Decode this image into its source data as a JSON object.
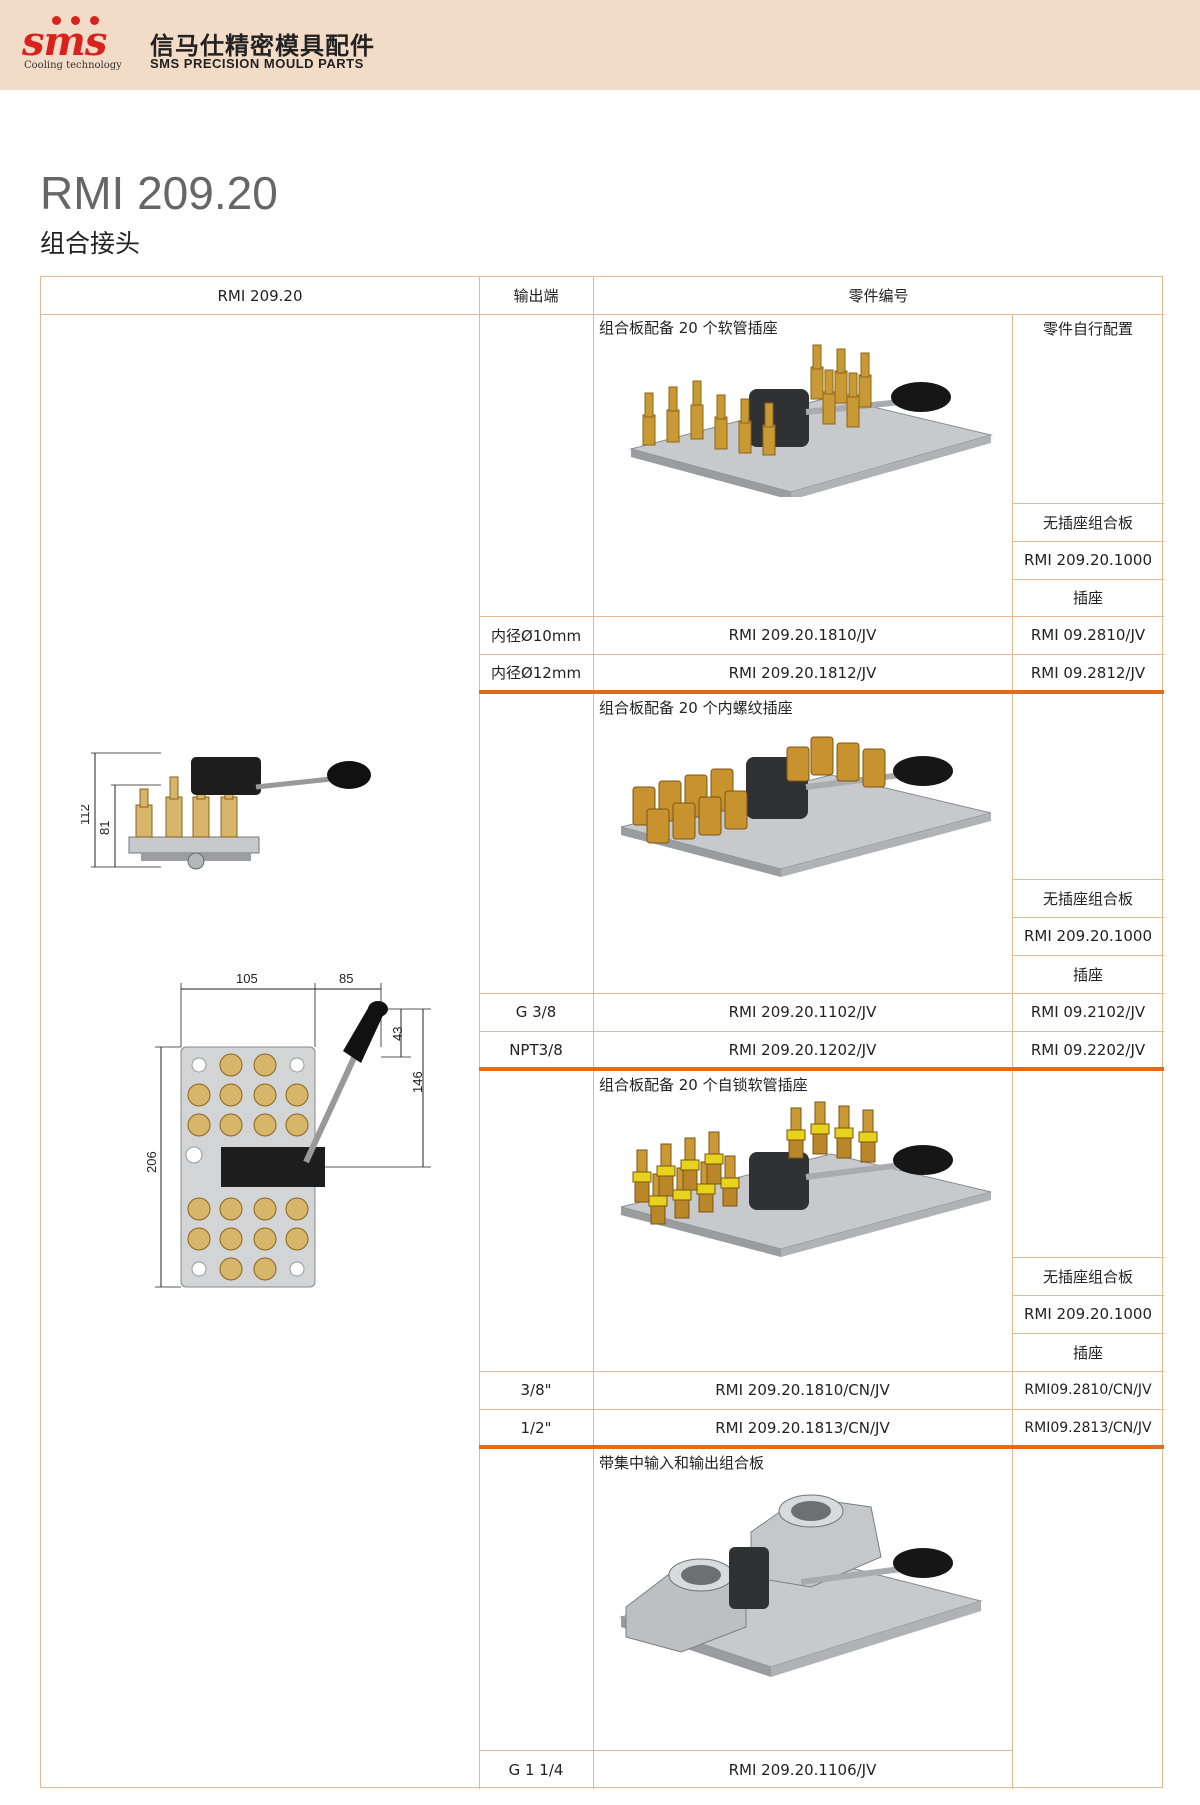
{
  "header": {
    "logo_text": "sms",
    "logo_sub": "Cooling technology",
    "brand_cn": "信马仕精密模具配件",
    "brand_en": "SMS PRECISION MOULD PARTS"
  },
  "page": {
    "model": "RMI 209.20",
    "model_sub": "组合接头"
  },
  "table": {
    "headers": {
      "col1": "RMI 209.20",
      "col2": "输出端",
      "col3": "零件编号"
    },
    "drawing_dims": {
      "side_total": "112",
      "side_body": "81",
      "top_left_width": "105",
      "top_right_width": "85",
      "top_lever_offset": "43",
      "top_lever_height": "146",
      "top_length": "206"
    },
    "sections": [
      {
        "title": "组合板配备 20 个软管插座",
        "config_title": "零件自行配置",
        "no_socket_label": "无插座组合板",
        "no_socket_part": "RMI 209.20.1000",
        "socket_label": "插座",
        "rows": [
          {
            "output": "内径Ø10mm",
            "part": "RMI 209.20.1810/JV",
            "socket": "RMI 09.2810/JV"
          },
          {
            "output": "内径Ø12mm",
            "part": "RMI 209.20.1812/JV",
            "socket": "RMI 09.2812/JV"
          }
        ]
      },
      {
        "title": "组合板配备 20 个内螺纹插座",
        "no_socket_label": "无插座组合板",
        "no_socket_part": "RMI 209.20.1000",
        "socket_label": "插座",
        "rows": [
          {
            "output": "G 3/8",
            "part": "RMI 209.20.1102/JV",
            "socket": "RMI 09.2102/JV"
          },
          {
            "output": "NPT3/8",
            "part": "RMI 209.20.1202/JV",
            "socket": "RMI 09.2202/JV"
          }
        ]
      },
      {
        "title": "组合板配备 20 个自锁软管插座",
        "no_socket_label": "无插座组合板",
        "no_socket_part": "RMI 209.20.1000",
        "socket_label": "插座",
        "rows": [
          {
            "output": "3/8\"",
            "part": "RMI 209.20.1810/CN/JV",
            "socket": "RMI09.2810/CN/JV"
          },
          {
            "output": "1/2\"",
            "part": "RMI 209.20.1813/CN/JV",
            "socket": "RMI09.2813/CN/JV"
          }
        ]
      },
      {
        "title": "带集中输入和输出组合板",
        "rows": [
          {
            "output": "G 1 1/4",
            "part": "RMI 209.20.1106/JV"
          }
        ]
      }
    ]
  }
}
